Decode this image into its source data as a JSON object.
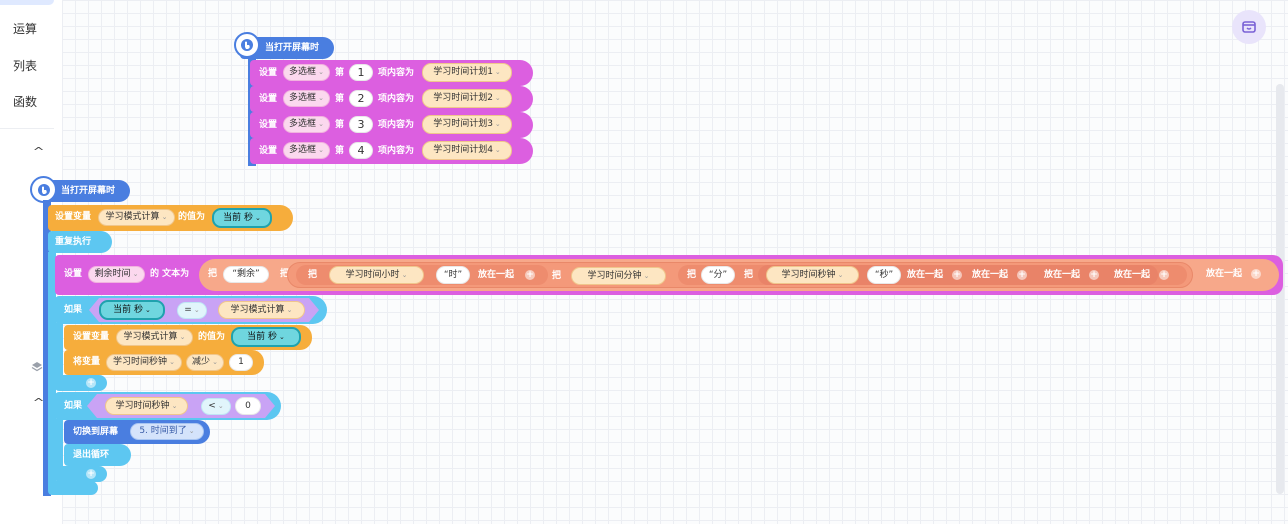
{
  "sidebar": {
    "items": [
      {
        "label": "运算"
      },
      {
        "label": "列表"
      },
      {
        "label": "函数"
      }
    ],
    "collapse_icon": "chevron-up-icon",
    "layers_icon": "layers-icon"
  },
  "toolbar": {
    "preview_icon": "screen-preview-icon"
  },
  "colors": {
    "event": "#4a7ee0",
    "control": "#5dc7f1",
    "variable": "#f6ad3c",
    "widget": "#dc5fe0",
    "text": "#f7a88a",
    "screen": "#4a7ee0"
  },
  "event1": {
    "hat_label": "当打开屏幕时",
    "rows": [
      {
        "set": "设置",
        "target": "多选框",
        "nth": "第",
        "index": "1",
        "action": "项内容为",
        "value": "学习时间计划1"
      },
      {
        "set": "设置",
        "target": "多选框",
        "nth": "第",
        "index": "2",
        "action": "项内容为",
        "value": "学习时间计划2"
      },
      {
        "set": "设置",
        "target": "多选框",
        "nth": "第",
        "index": "3",
        "action": "项内容为",
        "value": "学习时间计划3"
      },
      {
        "set": "设置",
        "target": "多选框",
        "nth": "第",
        "index": "4",
        "action": "项内容为",
        "value": "学习时间计划4"
      }
    ]
  },
  "event2": {
    "hat_label": "当打开屏幕时",
    "set_var": {
      "label": "设置变量",
      "var": "学习模式计算",
      "mid": "的值为",
      "value": "当前 秒"
    },
    "repeat": "重复执行",
    "set_text": {
      "label": "设置",
      "target": "剩余时间",
      "mid": "的 文本为",
      "put": "把",
      "str": "“剩余”",
      "put2": "把",
      "put3": "把",
      "var_hour": "学习时间小时",
      "str_hour": "“时”",
      "join": "放在一起",
      "put4": "把",
      "var_min": "学习时间分钟",
      "put5": "把",
      "str_min": "“分”",
      "put6": "把",
      "var_sec": "学习时间秒钟",
      "str_sec": "“秒”"
    },
    "if1": {
      "label": "如果",
      "left": "当前 秒",
      "op": "=",
      "right": "学习模式计算"
    },
    "if1_set": {
      "label": "设置变量",
      "var": "学习模式计算",
      "mid": "的值为",
      "value": "当前 秒"
    },
    "if1_dec": {
      "label": "将变量",
      "var": "学习时间秒钟",
      "op": "减少",
      "value": "1"
    },
    "if2": {
      "label": "如果",
      "left": "学习时间秒钟",
      "op": "<",
      "right": "0"
    },
    "switch": {
      "label": "切换到屏幕",
      "value": "5. 时间到了"
    },
    "break": "退出循环"
  }
}
